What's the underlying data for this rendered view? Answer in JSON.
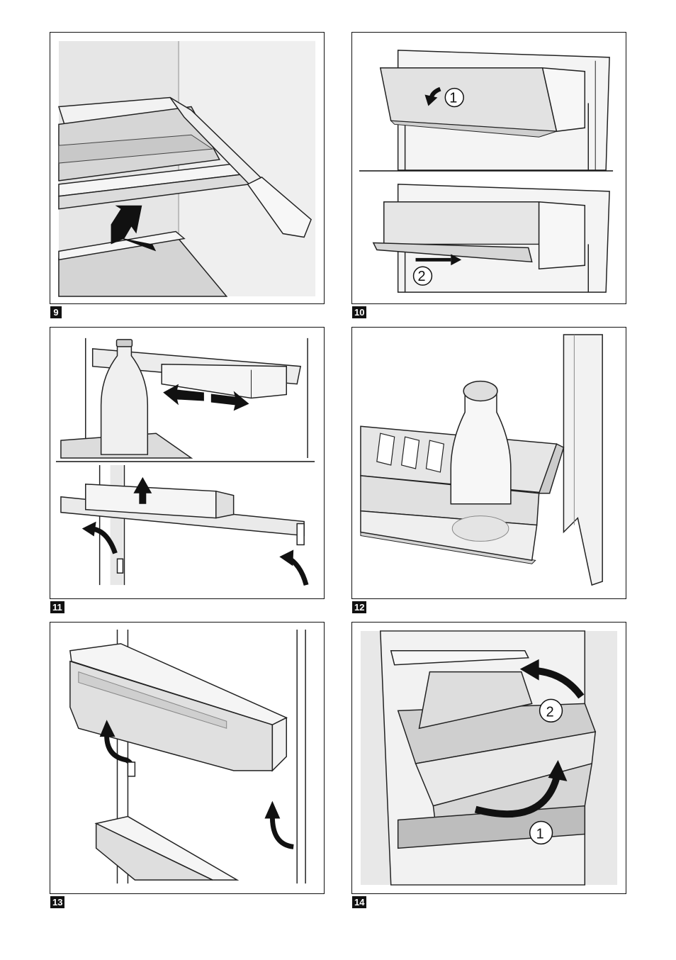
{
  "figures": [
    {
      "label": "9"
    },
    {
      "label": "10",
      "steps": [
        "1",
        "2"
      ]
    },
    {
      "label": "11"
    },
    {
      "label": "12"
    },
    {
      "label": "13"
    },
    {
      "label": "14",
      "steps": [
        "2",
        "1"
      ]
    }
  ],
  "icons": {
    "arrow": "arrow-icon",
    "step_marker": "circled-number"
  }
}
